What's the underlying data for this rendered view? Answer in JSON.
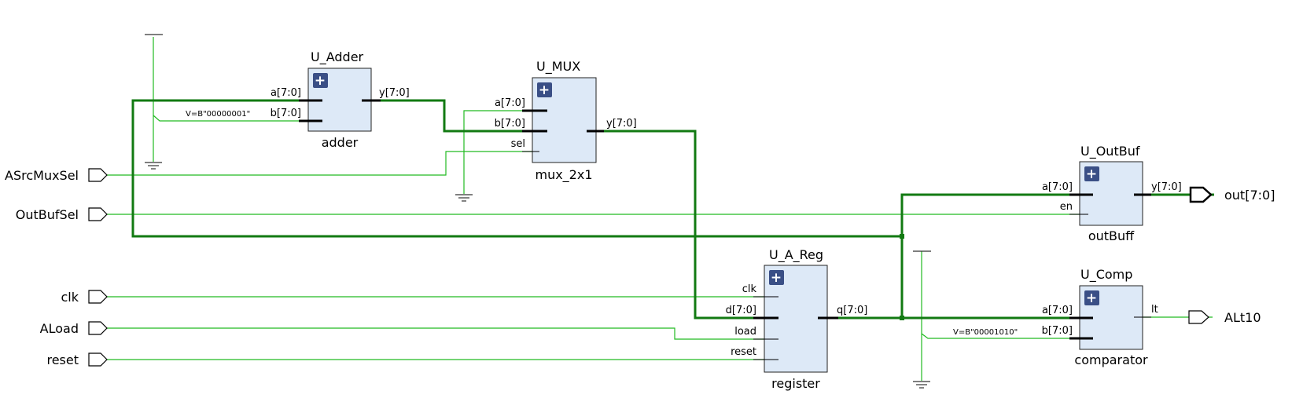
{
  "blocks": {
    "adder": {
      "instance": "U_Adder",
      "module": "adder",
      "pins": {
        "a": "a[7:0]",
        "b": "b[7:0]",
        "y": "y[7:0]"
      },
      "constant": "V=B\"00000001\""
    },
    "mux": {
      "instance": "U_MUX",
      "module": "mux_2x1",
      "pins": {
        "a": "a[7:0]",
        "b": "b[7:0]",
        "sel": "sel",
        "y": "y[7:0]"
      }
    },
    "reg": {
      "instance": "U_A_Reg",
      "module": "register",
      "pins": {
        "clk": "clk",
        "d": "d[7:0]",
        "load": "load",
        "reset": "reset",
        "q": "q[7:0]"
      }
    },
    "outbuf": {
      "instance": "U_OutBuf",
      "module": "outBuff",
      "pins": {
        "a": "a[7:0]",
        "en": "en",
        "y": "y[7:0]"
      }
    },
    "comp": {
      "instance": "U_Comp",
      "module": "comparator",
      "pins": {
        "a": "a[7:0]",
        "b": "b[7:0]",
        "lt": "lt"
      },
      "constant": "V=B\"00001010\""
    }
  },
  "inputs": [
    "ASrcMuxSel",
    "OutBufSel",
    "clk",
    "ALoad",
    "reset"
  ],
  "outputs": [
    "out[7:0]",
    "ALt10"
  ],
  "expand_glyph": "+",
  "colors": {
    "wire": "#22bb22",
    "bus": "#127a12",
    "block_fill": "#dde9f7",
    "expand_button": "#3a4f86"
  }
}
